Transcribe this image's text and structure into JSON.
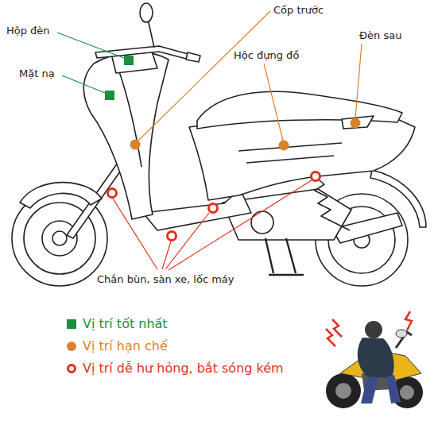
{
  "diagram": {
    "labels": [
      "Hộp đèn",
      "Mặt nạ",
      "Cốp trước",
      "Hộc đựng đồ",
      "Đèn sau",
      "Chắn bùn, sàn xe, lốc máy"
    ],
    "legend": [
      {
        "text": "Vị trí tốt nhất",
        "color": "#1a8f3c"
      },
      {
        "text": "Vị trí hạn chế",
        "color": "#d9822b"
      },
      {
        "text": "Vị trí dễ hư hỏng, bắt sóng kém"
      }
    ]
  }
}
